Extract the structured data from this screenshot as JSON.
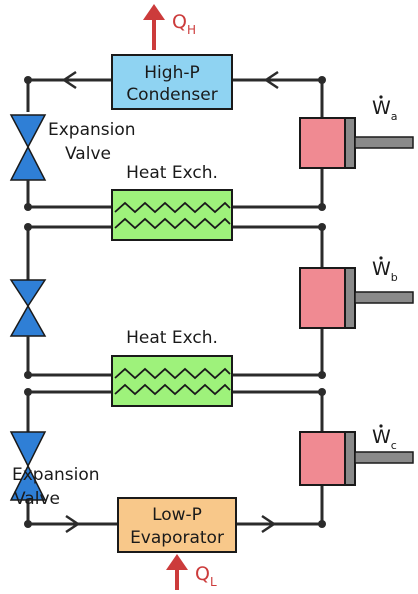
{
  "colors": {
    "heat_arrow": "#cc3b3b",
    "condenser_fill": "#8fd3f2",
    "evaporator_fill": "#f8c88a",
    "heat_exchanger_fill": "#9ef27b",
    "compressor_fill": "#f08a92",
    "valve_fill": "#2f7fd6"
  },
  "heat_out": {
    "symbol": "Q",
    "subscript": "H"
  },
  "heat_in": {
    "symbol": "Q",
    "subscript": "L"
  },
  "condenser": {
    "line1": "High-P",
    "line2": "Condenser"
  },
  "evaporator": {
    "line1": "Low-P",
    "line2": "Evaporator"
  },
  "heat_exchanger_top": {
    "label": "Heat Exch."
  },
  "heat_exchanger_bottom": {
    "label": "Heat Exch."
  },
  "valve_top": {
    "line1": "Expansion",
    "line2": "Valve"
  },
  "valve_bottom": {
    "line1": "Expansion",
    "line2": "Valve"
  },
  "work_a": {
    "symbol": "W",
    "subscript": "a"
  },
  "work_b": {
    "symbol": "W",
    "subscript": "b"
  },
  "work_c": {
    "symbol": "W",
    "subscript": "c"
  }
}
